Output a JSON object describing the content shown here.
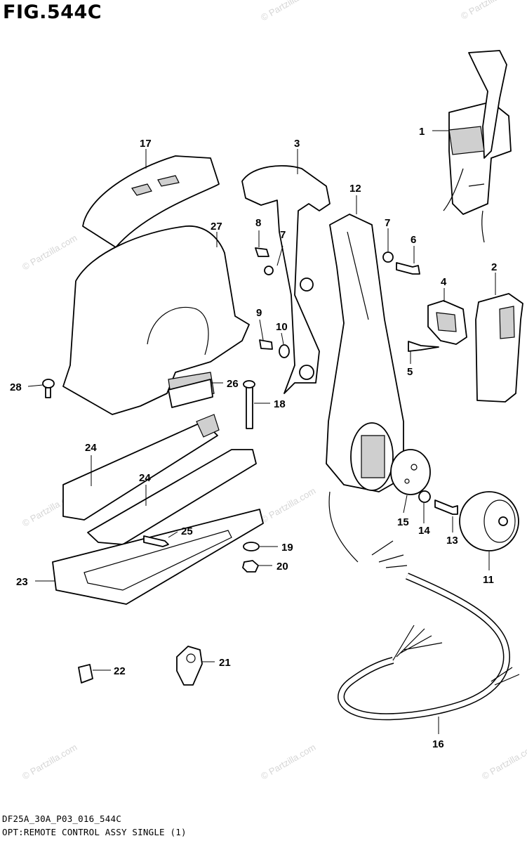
{
  "figure": {
    "title": "FIG.544C"
  },
  "callouts": [
    {
      "label": "1"
    },
    {
      "label": "2"
    },
    {
      "label": "3"
    },
    {
      "label": "4"
    },
    {
      "label": "5"
    },
    {
      "label": "6"
    },
    {
      "label": "7"
    },
    {
      "label": "7"
    },
    {
      "label": "8"
    },
    {
      "label": "9"
    },
    {
      "label": "10"
    },
    {
      "label": "11"
    },
    {
      "label": "12"
    },
    {
      "label": "13"
    },
    {
      "label": "14"
    },
    {
      "label": "15"
    },
    {
      "label": "16"
    },
    {
      "label": "17"
    },
    {
      "label": "18"
    },
    {
      "label": "19"
    },
    {
      "label": "20"
    },
    {
      "label": "21"
    },
    {
      "label": "22"
    },
    {
      "label": "23"
    },
    {
      "label": "24"
    },
    {
      "label": "24"
    },
    {
      "label": "25"
    },
    {
      "label": "26"
    },
    {
      "label": "27"
    },
    {
      "label": "28"
    }
  ],
  "watermark": {
    "text": "© Partzilla.com"
  },
  "footer": {
    "code": "DF25A_30A_P03_016_544C",
    "description": "OPT:REMOTE CONTROL ASSY SINGLE (1)"
  }
}
